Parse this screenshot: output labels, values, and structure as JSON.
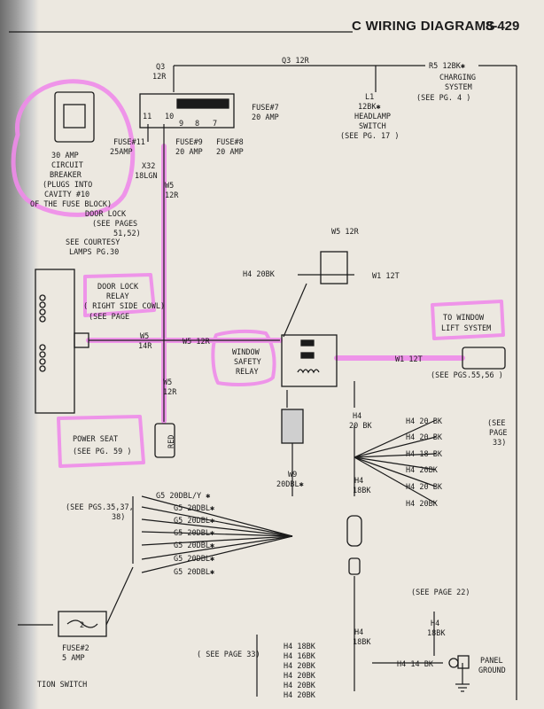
{
  "header": {
    "title": "C WIRING DIAGRAMS",
    "page": "8-429"
  },
  "colors": {
    "ink": "#1b1b1b",
    "highlight": "#ef8bea",
    "paper": "#ece8e0"
  },
  "labels": {
    "q3_top": "Q3",
    "q3_12r": "12R",
    "q3_wire": "Q3 12R",
    "r5": "R5 12BK✱",
    "charging1": "CHARGING",
    "charging2": "SYSTEM",
    "charging3": "(SEE PG. 4 )",
    "l1": "L1",
    "l1_wire": "12BK✱",
    "headlamp1": "HEADLAMP",
    "headlamp2": "SWITCH",
    "headlamp_see": "(SEE PG. 17 )",
    "fuse7a": "FUSE#7",
    "fuse7b": "20 AMP",
    "fb11": "11",
    "fb10": "10",
    "fb9": "9",
    "fb8": "8",
    "fb7": "7",
    "fuse11a": "FUSE#11",
    "fuse11b": "25AMP",
    "fuse9a": "FUSE#9",
    "fuse9b": "20 AMP",
    "fuse8a": "FUSE#8",
    "fuse8b": "20 AMP",
    "x32a": "X32",
    "x32b": "18LGN",
    "breaker1": "30 AMP",
    "breaker2": "CIRCUIT",
    "breaker3": "BREAKER",
    "breaker4": "(PLUGS INTO",
    "breaker5": "CAVITY #10",
    "breaker6": "OF THE FUSE BLOCK)",
    "w5_top_a": "W5",
    "w5_top_b": "12R",
    "doorlock_a": "DOOR LOCK",
    "doorlock_b": "(SEE PAGES",
    "doorlock_c": "51,52)",
    "courtesy_a": "SEE COURTESY",
    "courtesy_b": "LAMPS PG.30",
    "relay1": "DOOR LOCK",
    "relay2": "RELAY",
    "relay3": "( RIGHT SIDE COWL)",
    "relay4": "(SEE PAGE",
    "w5_14r_a": "W5",
    "w5_14r_b": "14R",
    "w5_12r_mid": "W5 12R",
    "w5_bot_a": "W5",
    "w5_bot_b": "12R",
    "red": "RED",
    "powerseat1": "POWER SEAT",
    "powerseat2": "(SEE PG. 59 )",
    "w5_conn": "W5 12R",
    "h4_20bk": "H4 20BK",
    "w1_12t_conn": "W1 12T",
    "window_safety1": "WINDOW",
    "window_safety2": "SAFETY",
    "window_safety3": "RELAY",
    "w1_12t": "W1 12T",
    "lift1": "TO WINDOW",
    "lift2": "LIFT SYSTEM",
    "lift_see": "(SEE PGS.55,56 )",
    "h4_mid_a": "H4",
    "h4_mid_b": "20 BK",
    "h4_branches": [
      "H4 20 BK",
      "H4 20 BK",
      "H4 18 BK",
      "H4 20BK",
      "H4 20 BK",
      "H4 20BK"
    ],
    "see33_a": "(SEE",
    "see33_b": "PAGE",
    "see33_c": "33)",
    "h4_18bk_a": "H4",
    "h4_18bk_b": "18BK",
    "w9_a": "W9",
    "w9_b": "20DBL✱",
    "g5_wires": [
      "G5 20DBL/Y ✱",
      "G5 20DBL✱",
      "G5 20DBL✱",
      "G5 20DBL✱",
      "G5 20DBL✱",
      "G5 20DBL✱",
      "G5 20DBL✱"
    ],
    "see_pgs_a": "(SEE PGS.35,37,",
    "see_pgs_b": "38)",
    "fuse2_num": "2",
    "fuse2a": "FUSE#2",
    "fuse2b": "5 AMP",
    "ignition": "TION SWITCH",
    "see22": "(SEE PAGE 22)",
    "h4_right_a": "H4",
    "h4_right_b": "18BK",
    "h4_bot_a": "H4",
    "h4_bot_b": "18BK",
    "see33_left": "( SEE PAGE 33)",
    "h4_bottom": [
      "H4 18BK",
      "H4 16BK",
      "H4 20BK",
      "H4 20BK",
      "H4 20BK",
      "H4 20BK"
    ],
    "h4_14bk": "H4 14 BK",
    "panel1": "PANEL",
    "panel2": "GROUND"
  }
}
